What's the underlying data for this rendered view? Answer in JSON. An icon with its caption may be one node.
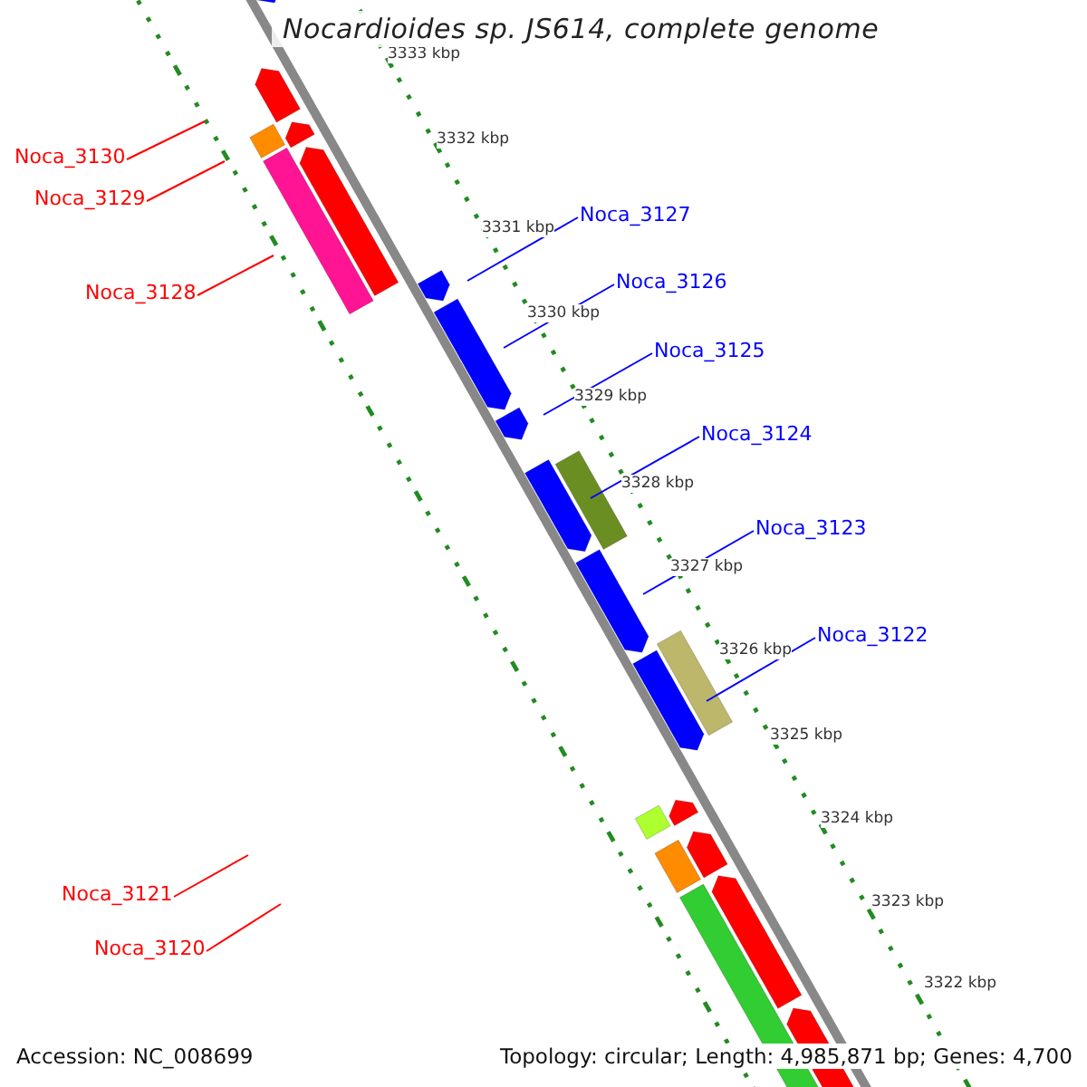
{
  "diagram": {
    "title": "Nocardioides sp. JS614, complete genome",
    "nodes": [
      {
        "text": [
          "Noca_3130"
        ]
      },
      {
        "text": [
          "Noca_3129"
        ]
      },
      {
        "text": [
          "Noca_3127"
        ]
      },
      {
        "text": [
          "Noca_3126"
        ]
      },
      {
        "text": [
          "Noca_3128"
        ]
      },
      {
        "text": [
          "Noca_3125"
        ]
      },
      {
        "text": [
          "Noca_3124"
        ]
      },
      {
        "text": [
          "Noca_3123"
        ]
      },
      {
        "text": [
          "Noca_3122"
        ]
      },
      {
        "text": [
          "Noca_3121"
        ]
      },
      {
        "text": [
          "Noca_3120"
        ]
      }
    ],
    "edges": [
      {
        "from": 0,
        "to": null,
        "arrow": "none",
        "color": "#ff0000"
      },
      {
        "from": 1,
        "to": null,
        "arrow": "none",
        "color": "#ff0000"
      },
      {
        "from": 2,
        "to": null,
        "arrow": "none"
      },
      {
        "from": 3,
        "to": null,
        "arrow": "none"
      },
      {
        "from": 4,
        "to": null,
        "arrow": "none",
        "color": "#ff0000"
      },
      {
        "from": 5,
        "to": null,
        "arrow": "none"
      },
      {
        "from": 6,
        "to": null,
        "arrow": "none"
      },
      {
        "from": 7,
        "to": null,
        "arrow": "none"
      },
      {
        "from": 8,
        "to": null,
        "arrow": "none"
      },
      {
        "from": 9,
        "to": null,
        "arrow": "none",
        "color": "#ff0000"
      },
      {
        "from": 10,
        "to": null,
        "arrow": "none",
        "color": "#ff0000"
      }
    ],
    "labels": [
      "3333 kbp",
      "3332 kbp",
      "3331 kbp",
      "3330 kbp",
      "3329 kbp",
      "3328 kbp",
      "3327 kbp",
      "3326 kbp",
      "3325 kbp",
      "3324 kbp",
      "3323 kbp",
      "3322 kbp",
      "Accession: NC_008699",
      "Topology: circular; Length: 4,985,871 bp; Genes: 4,700"
    ]
  }
}
